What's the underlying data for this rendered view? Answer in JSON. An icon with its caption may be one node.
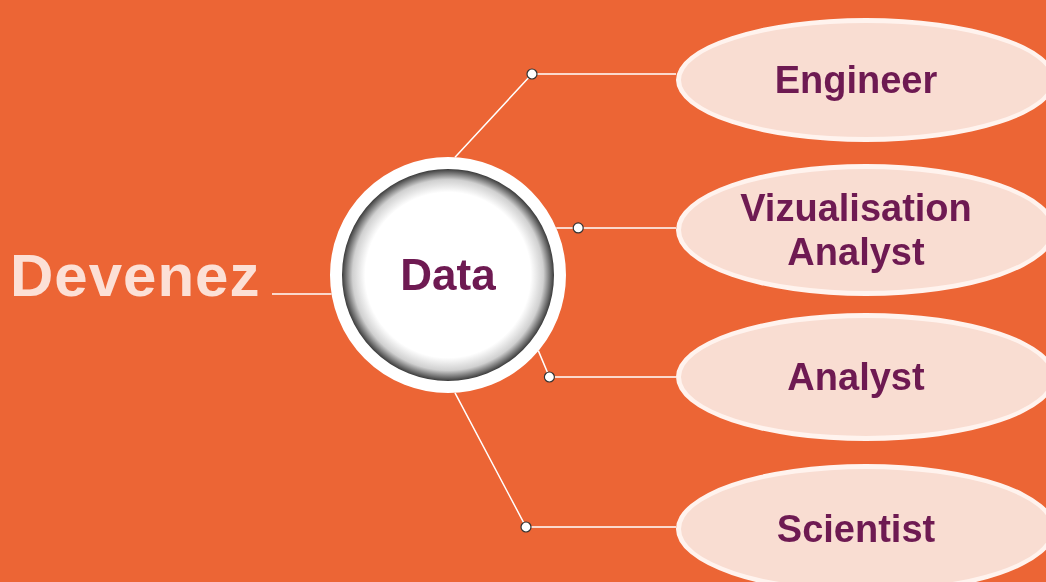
{
  "diagram": {
    "nodes": [
      {
        "text": [
          "Devenez"
        ]
      },
      {
        "text": [
          "Data"
        ]
      },
      {
        "text": [
          "Engineer"
        ]
      },
      {
        "text": [
          "Vizualisation Analyst"
        ]
      },
      {
        "text": [
          "Analyst"
        ]
      },
      {
        "text": [
          "Scientist"
        ]
      }
    ],
    "edges": [
      {
        "from": 0,
        "to": 1,
        "arrow": "none"
      },
      {
        "from": 1,
        "to": 2,
        "arrow": "none"
      },
      {
        "from": 1,
        "to": 3,
        "arrow": "none"
      },
      {
        "from": 1,
        "to": 4,
        "arrow": "none"
      },
      {
        "from": 1,
        "to": 5,
        "arrow": "none"
      }
    ]
  }
}
